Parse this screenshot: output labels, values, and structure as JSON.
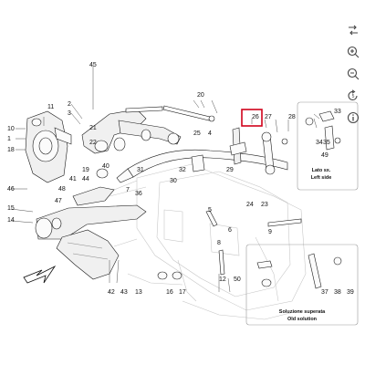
{
  "toolbar": [
    {
      "name": "swap-arrows-icon",
      "title": ""
    },
    {
      "name": "zoom-in-icon",
      "title": ""
    },
    {
      "name": "zoom-out-icon",
      "title": ""
    },
    {
      "name": "rotate-icon",
      "title": ""
    },
    {
      "name": "info-icon",
      "title": ""
    }
  ],
  "callouts": [
    "10",
    "1",
    "18",
    "11",
    "2",
    "3",
    "45",
    "21",
    "22",
    "19",
    "20",
    "26",
    "27",
    "28",
    "25",
    "4",
    "33",
    "34",
    "35",
    "46",
    "48",
    "41",
    "44",
    "47",
    "40",
    "7",
    "36",
    "30",
    "31",
    "32",
    "29",
    "24",
    "23",
    "15",
    "14",
    "49",
    "5",
    "8",
    "6",
    "9",
    "16",
    "17",
    "42",
    "43",
    "13",
    "37",
    "38",
    "39",
    "12",
    "50"
  ],
  "highlight": {
    "label": "26",
    "color": "#d0021b"
  },
  "insets": {
    "left_side": {
      "line1": "Lato sx.",
      "line2": "Left side"
    },
    "old_solution": {
      "line1": "Soluzione superata",
      "line2": "Old solution"
    }
  }
}
